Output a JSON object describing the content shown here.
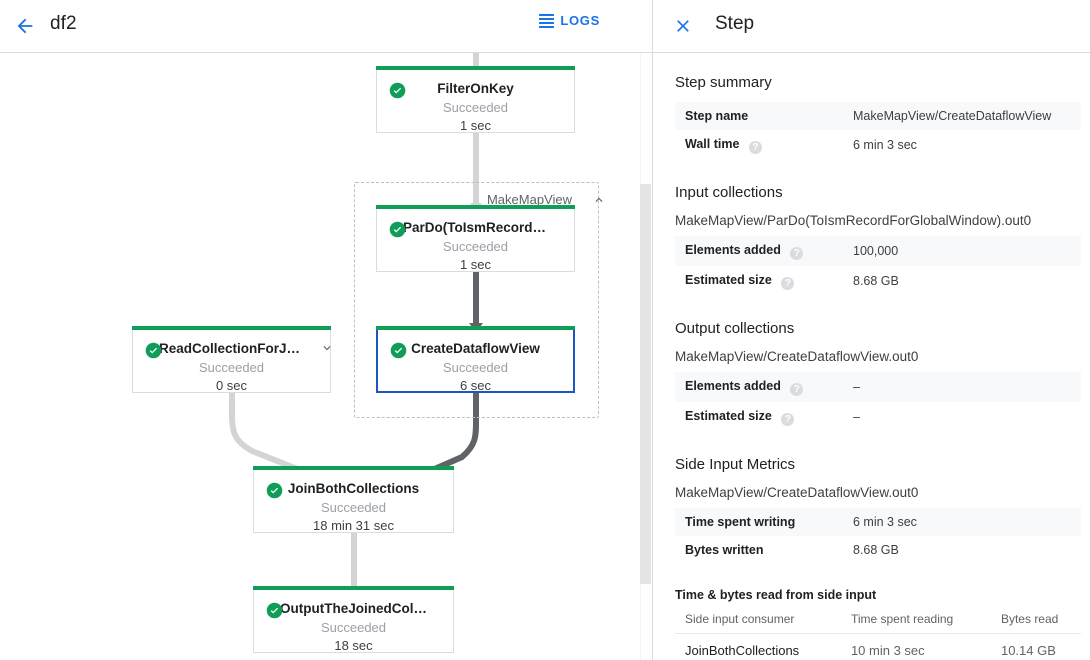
{
  "left": {
    "back_icon": "arrow-left-icon",
    "job_title": "df2",
    "logs_label": "LOGS",
    "logs_icon": "logs-hamburger-icon",
    "composite": {
      "label": "MakeMapView",
      "collapse_icon": "chevron-up-icon"
    },
    "nodes": [
      {
        "id": "filteronkey",
        "title": "FilterOnKey",
        "status": "Succeeded",
        "duration": "1 sec",
        "state_icon": "check-circle-icon",
        "selected": false,
        "expandable": false
      },
      {
        "id": "pardo",
        "title": "ParDo(ToIsmRecordFor…)",
        "status": "Succeeded",
        "duration": "1 sec",
        "state_icon": "check-circle-icon",
        "selected": false,
        "expandable": false
      },
      {
        "id": "createview",
        "title": "CreateDataflowView",
        "status": "Succeeded",
        "duration": "6 sec",
        "state_icon": "check-circle-icon",
        "selected": true,
        "expandable": false
      },
      {
        "id": "readcollection",
        "title": "ReadCollectionForJoin",
        "status": "Succeeded",
        "duration": "0 sec",
        "state_icon": "check-circle-icon",
        "selected": false,
        "expandable": true
      },
      {
        "id": "joinboth",
        "title": "JoinBothCollections",
        "status": "Succeeded",
        "duration": "18 min 31 sec",
        "state_icon": "check-circle-icon",
        "selected": false,
        "expandable": false
      },
      {
        "id": "outputjoined",
        "title": "OutputTheJoinedCollec…",
        "status": "Succeeded",
        "duration": "18 sec",
        "state_icon": "check-circle-icon",
        "selected": false,
        "expandable": false
      }
    ],
    "colors": {
      "success_bar": "#0f9d58",
      "selected_border": "#1a56c4",
      "accent": "#1a73e8"
    }
  },
  "right": {
    "close_icon": "close-icon",
    "title": "Step",
    "step_summary": {
      "heading": "Step summary",
      "rows": [
        {
          "key": "Step name",
          "value": "MakeMapView/CreateDataflowView",
          "help": false
        },
        {
          "key": "Wall time",
          "value": "6 min 3 sec",
          "help": true
        }
      ]
    },
    "input_collections": {
      "heading": "Input collections",
      "collection": "MakeMapView/ParDo(ToIsmRecordForGlobalWindow).out0",
      "rows": [
        {
          "key": "Elements added",
          "value": "100,000",
          "help": true
        },
        {
          "key": "Estimated size",
          "value": "8.68 GB",
          "help": true
        }
      ]
    },
    "output_collections": {
      "heading": "Output collections",
      "collection": "MakeMapView/CreateDataflowView.out0",
      "rows": [
        {
          "key": "Elements added",
          "value": "–",
          "help": true
        },
        {
          "key": "Estimated size",
          "value": "–",
          "help": true
        }
      ]
    },
    "side_input_metrics": {
      "heading": "Side Input Metrics",
      "collection": "MakeMapView/CreateDataflowView.out0",
      "rows": [
        {
          "key": "Time spent writing",
          "value": "6 min 3 sec",
          "help": false
        },
        {
          "key": "Bytes written",
          "value": "8.68 GB",
          "help": false
        }
      ],
      "table": {
        "caption": "Time & bytes read from side input",
        "columns": [
          "Side input consumer",
          "Time spent reading",
          "Bytes read"
        ],
        "rows": [
          [
            "JoinBothCollections",
            "10 min 3 sec",
            "10.14 GB"
          ]
        ]
      }
    }
  }
}
